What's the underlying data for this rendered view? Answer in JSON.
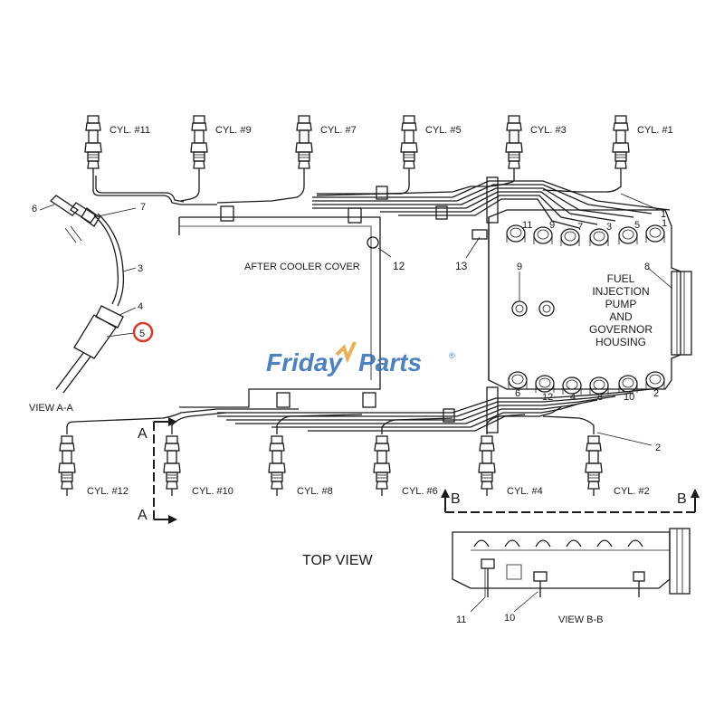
{
  "brand": {
    "name_part1": "Friday",
    "name_part2": "Parts",
    "mark": "®",
    "color_primary": "#2f6db5",
    "color_accent": "#e8a23a"
  },
  "highlight_color": "#d93a2b",
  "cylinders_top": [
    "CYL. #11",
    "CYL. #9",
    "CYL. #7",
    "CYL. #5",
    "CYL. #3",
    "CYL. #1"
  ],
  "cylinders_bottom": [
    "CYL. #12",
    "CYL. #10",
    "CYL. #8",
    "CYL. #6",
    "CYL. #4",
    "CYL. #2"
  ],
  "labels": {
    "after_cooler_cover": "AFTER COOLER COVER",
    "pump_line1": "FUEL",
    "pump_line2": "INJECTION",
    "pump_line3": "PUMP",
    "pump_line4": "AND",
    "pump_line5": "GOVERNOR",
    "pump_line6": "HOUSING",
    "top_view": "TOP VIEW",
    "view_aa": "VIEW A-A",
    "view_bb": "VIEW B-B",
    "section_a": "A",
    "section_b": "B"
  },
  "callouts": {
    "c1": "1",
    "c2": "2",
    "c3": "3",
    "c4": "4",
    "c5": "5",
    "c6": "6",
    "c7": "7",
    "c8": "8",
    "c9": "9",
    "c10": "10",
    "c11": "11",
    "c12": "12",
    "c13": "13"
  },
  "pump_port_numbers_top": [
    "11",
    "9",
    "7",
    "3",
    "5",
    "1"
  ],
  "pump_port_numbers_bottom": [
    "6",
    "12",
    "4",
    "8",
    "10",
    "2"
  ]
}
